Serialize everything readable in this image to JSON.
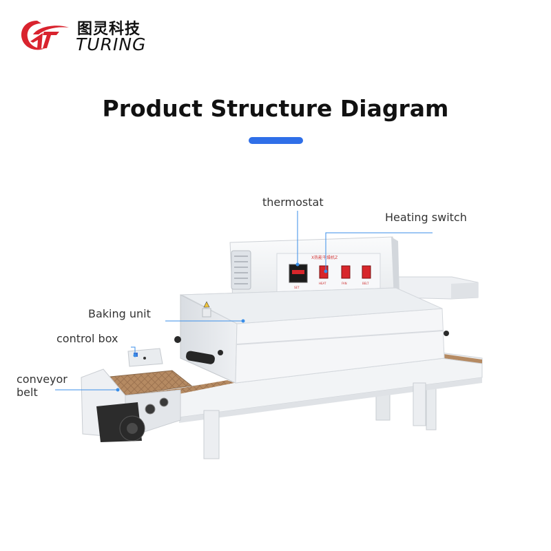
{
  "brand": {
    "name_cn": "图灵科技",
    "name_en": "TURING",
    "colors": {
      "logo_red": "#d9232e",
      "accent_blue": "#2f6fe8",
      "leader_blue": "#3a8ee8"
    }
  },
  "heading": {
    "title": "Product Structure Diagram"
  },
  "callouts": {
    "thermostat": "thermostat",
    "heating_switch": "Heating switch",
    "baking_unit": "Baking unit",
    "control_box": "control box",
    "conveyor_belt": "conveyor\nbelt"
  },
  "machine": {
    "panel_labels": [
      "X热能干燥机Z",
      "SET",
      "HEAT",
      "FAN",
      "BELT"
    ]
  }
}
